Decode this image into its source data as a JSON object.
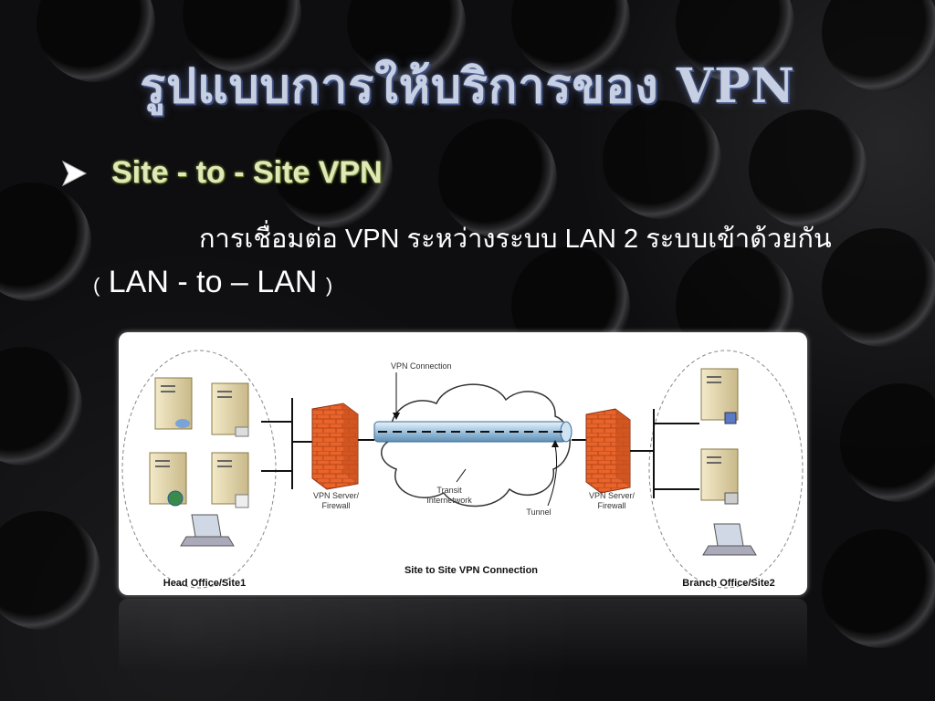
{
  "slide": {
    "title": "รูปแบบการให้บริการของ VPN",
    "bullet": "Site - to - Site VPN",
    "description_line1": "การเชื่อมต่อ VPN ระหว่างระบบ LAN 2 ระบบเข้าด้วยกัน",
    "description_open_paren": "(",
    "description_line2": " LAN - to – LAN ",
    "description_close_paren": ")"
  },
  "diagram": {
    "vpn_connection_label": "VPN Connection",
    "server_firewall_left": [
      "VPN Server/",
      "Firewall"
    ],
    "server_firewall_right": [
      "VPN Server/",
      "Firewall"
    ],
    "transit_label": [
      "Transit",
      "Internetwork"
    ],
    "tunnel_label": "Tunnel",
    "caption_left": "Head Office/Site1",
    "caption_center": "Site to Site VPN Connection",
    "caption_right": "Branch Office/Site2"
  },
  "colors": {
    "title": "#c7cfe3",
    "bullet": "#dfe9b7",
    "firewall": "#e8642a"
  }
}
